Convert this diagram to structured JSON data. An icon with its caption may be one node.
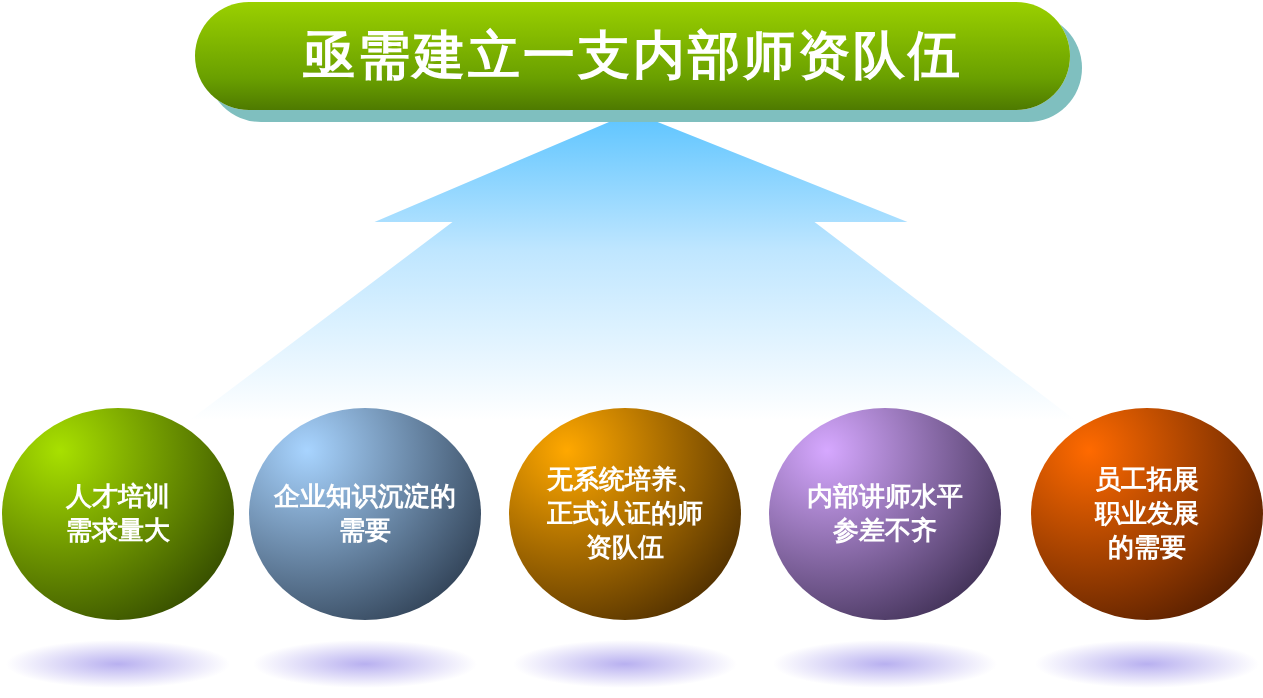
{
  "diagram": {
    "nodes": [
      {
        "text": [
          "亟需建立一支内部师资队伍"
        ]
      },
      {
        "text": [
          "人才培训需求量大"
        ]
      },
      {
        "text": [
          "企业知识沉淀的需要"
        ]
      },
      {
        "text": [
          "无系统培养、正式认证的师资队伍"
        ]
      },
      {
        "text": [
          "内部讲师水平参差不齐"
        ]
      },
      {
        "text": [
          "员工拓展职业发展的需要"
        ]
      }
    ],
    "edges": [
      {
        "from": 1,
        "to": 0,
        "arrow": "to"
      },
      {
        "from": 2,
        "to": 0,
        "arrow": "to"
      },
      {
        "from": 3,
        "to": 0,
        "arrow": "to"
      },
      {
        "from": 4,
        "to": 0,
        "arrow": "to"
      },
      {
        "from": 5,
        "to": 0,
        "arrow": "to"
      }
    ]
  }
}
